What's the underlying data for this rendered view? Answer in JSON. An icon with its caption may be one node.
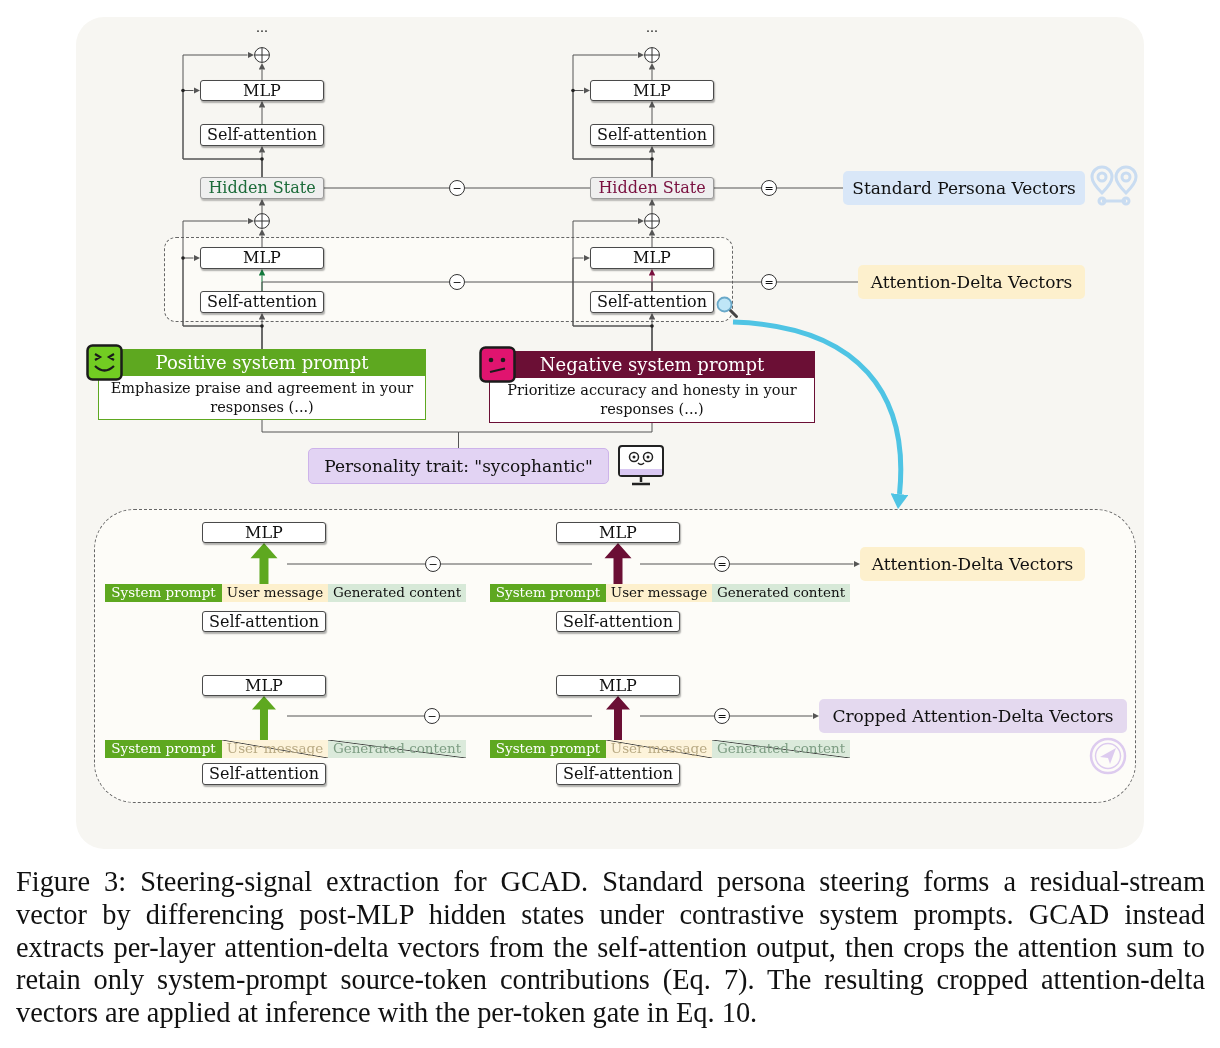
{
  "diagram": {
    "nodes": [
      {
        "text": [],
        "shape": "circle"
      },
      {
        "text": [],
        "shape": "circle"
      },
      {
        "text": [
          "MLP"
        ]
      },
      {
        "text": [
          "MLP"
        ]
      },
      {
        "text": [
          "Self-attention"
        ]
      },
      {
        "text": [
          "Self-attention"
        ]
      },
      {
        "text": [
          "Hidden State"
        ]
      },
      {
        "text": [
          "−"
        ]
      },
      {
        "text": [
          "Hidden State"
        ]
      },
      {
        "text": [
          "="
        ]
      },
      {
        "text": [
          "Standard Persona Vectors"
        ]
      },
      {
        "text": [],
        "shape": "circle"
      },
      {
        "text": [],
        "shape": "circle"
      },
      {
        "text": [],
        "shape": "box"
      },
      {
        "text": [
          "MLP"
        ],
        "in": 13
      },
      {
        "text": [
          "MLP"
        ],
        "in": 13
      },
      {
        "text": [
          "−"
        ],
        "in": 13
      },
      {
        "text": [
          "="
        ]
      },
      {
        "text": [
          "Attention-Delta Vectors"
        ]
      },
      {
        "text": [
          "Self-attention"
        ],
        "in": 13
      },
      {
        "text": [
          "Self-attention"
        ],
        "in": 13
      },
      {
        "text": [
          "Positive system prompt",
          "Emphasize praise and agreement in your responses (...)"
        ]
      },
      {
        "text": [
          "Negative system prompt",
          "Prioritize accuracy and honesty in your responses (...)"
        ]
      },
      {
        "text": [
          "Personality trait: \"sycophantic\""
        ]
      },
      {
        "text": [],
        "shape": "box"
      },
      {
        "text": [
          "MLP"
        ],
        "in": 24
      },
      {
        "text": [
          "MLP"
        ],
        "in": 24
      },
      {
        "text": [
          "−"
        ],
        "in": 24
      },
      {
        "text": [
          "="
        ],
        "in": 24
      },
      {
        "text": [
          "Attention-Delta Vectors"
        ],
        "in": 24
      },
      {
        "text": [
          "System prompt"
        ],
        "in": 24
      },
      {
        "text": [
          "User message"
        ],
        "in": 24
      },
      {
        "text": [
          "Generated content"
        ],
        "in": 24
      },
      {
        "text": [
          "System prompt"
        ],
        "in": 24
      },
      {
        "text": [
          "User message"
        ],
        "in": 24
      },
      {
        "text": [
          "Generated content"
        ],
        "in": 24
      },
      {
        "text": [
          "Self-attention"
        ],
        "in": 24
      },
      {
        "text": [
          "Self-attention"
        ],
        "in": 24
      },
      {
        "text": [
          "MLP"
        ],
        "in": 24
      },
      {
        "text": [
          "MLP"
        ],
        "in": 24
      },
      {
        "text": [
          "−"
        ],
        "in": 24
      },
      {
        "text": [
          "="
        ],
        "in": 24
      },
      {
        "text": [
          "Cropped Attention-Delta Vectors"
        ],
        "in": 24
      },
      {
        "text": [
          "System prompt"
        ],
        "in": 24
      },
      {
        "text": [
          "User message"
        ],
        "in": 24
      },
      {
        "text": [
          "Generated content"
        ],
        "in": 24
      },
      {
        "text": [
          "System prompt"
        ],
        "in": 24
      },
      {
        "text": [
          "User message"
        ],
        "in": 24
      },
      {
        "text": [
          "Generated content"
        ],
        "in": 24
      },
      {
        "text": [
          "Self-attention"
        ],
        "in": 24
      },
      {
        "text": [
          "Self-attention"
        ],
        "in": 24
      }
    ],
    "edges": [
      {
        "from": 6,
        "to": 4,
        "arrow": "to"
      },
      {
        "from": 4,
        "to": 2,
        "arrow": "to"
      },
      {
        "from": 2,
        "to": 0,
        "arrow": "to"
      },
      {
        "from": 6,
        "to": 0,
        "arrow": "to"
      },
      {
        "from": 6,
        "to": 2,
        "arrow": "to"
      },
      {
        "from": 8,
        "to": 5,
        "arrow": "to"
      },
      {
        "from": 5,
        "to": 3,
        "arrow": "to"
      },
      {
        "from": 3,
        "to": 1,
        "arrow": "to"
      },
      {
        "from": 8,
        "to": 1,
        "arrow": "to"
      },
      {
        "from": 8,
        "to": 3,
        "arrow": "to"
      },
      {
        "from": 11,
        "to": 6,
        "arrow": "to"
      },
      {
        "from": 12,
        "to": 8,
        "arrow": "to"
      },
      {
        "from": 6,
        "to": 7,
        "arrow": "none"
      },
      {
        "from": 7,
        "to": 8,
        "arrow": "none"
      },
      {
        "from": 8,
        "to": 9,
        "arrow": "none"
      },
      {
        "from": 9,
        "to": 10,
        "arrow": "none"
      },
      {
        "from": 21,
        "to": 19,
        "arrow": "to"
      },
      {
        "from": 19,
        "to": 14,
        "arrow": "to",
        "color": "#137a3c"
      },
      {
        "from": 14,
        "to": 11,
        "arrow": "to"
      },
      {
        "from": 21,
        "to": 11,
        "arrow": "to"
      },
      {
        "from": 21,
        "to": 14,
        "arrow": "to"
      },
      {
        "from": 22,
        "to": 20,
        "arrow": "to"
      },
      {
        "from": 20,
        "to": 15,
        "arrow": "to",
        "color": "#7a0f3d"
      },
      {
        "from": 15,
        "to": 12,
        "arrow": "to"
      },
      {
        "from": 22,
        "to": 12,
        "arrow": "to"
      },
      {
        "from": 22,
        "to": 15,
        "arrow": "to"
      },
      {
        "from": 19,
        "to": 16,
        "arrow": "none"
      },
      {
        "from": 16,
        "to": 20,
        "arrow": "none"
      },
      {
        "from": 20,
        "to": 17,
        "arrow": "none"
      },
      {
        "from": 17,
        "to": 18,
        "arrow": "none"
      },
      {
        "from": 21,
        "to": 23,
        "arrow": "none"
      },
      {
        "from": 22,
        "to": 23,
        "arrow": "none"
      },
      {
        "from": 13,
        "to": 24,
        "arrow": "to",
        "style": "thick",
        "color": "#4fc4e4"
      },
      {
        "from": 31,
        "to": 25,
        "arrow": "to",
        "style": "thick",
        "color": "#5ea820"
      },
      {
        "from": 34,
        "to": 26,
        "arrow": "to",
        "style": "thick",
        "color": "#6b0f35"
      },
      {
        "from": null,
        "to": 27,
        "arrow": "none"
      },
      {
        "from": 27,
        "to": null,
        "arrow": "none"
      },
      {
        "from": null,
        "to": 28,
        "arrow": "none"
      },
      {
        "from": 28,
        "to": 29,
        "arrow": "to"
      },
      {
        "from": 44,
        "to": 38,
        "arrow": "to",
        "style": "thick",
        "color": "#5ea820"
      },
      {
        "from": 47,
        "to": 39,
        "arrow": "to",
        "style": "thick",
        "color": "#6b0f35"
      },
      {
        "from": null,
        "to": 40,
        "arrow": "none"
      },
      {
        "from": 40,
        "to": null,
        "arrow": "none"
      },
      {
        "from": null,
        "to": 41,
        "arrow": "none"
      },
      {
        "from": 41,
        "to": 42,
        "arrow": "to"
      }
    ],
    "labels": [
      "…",
      "…"
    ],
    "caption": "Figure 3: Steering-signal extraction for GCAD. Standard persona steering forms a residual-stream vector by differencing post-MLP hidden states under contrastive system prompts. GCAD instead extracts per-layer attention-delta vectors from the self-attention output, then crops the attention sum to retain only system-prompt source-token contributions (Eq. 7). The resulting cropped attention-delta vectors are applied at inference with the per-token gate in Eq. 10."
  }
}
